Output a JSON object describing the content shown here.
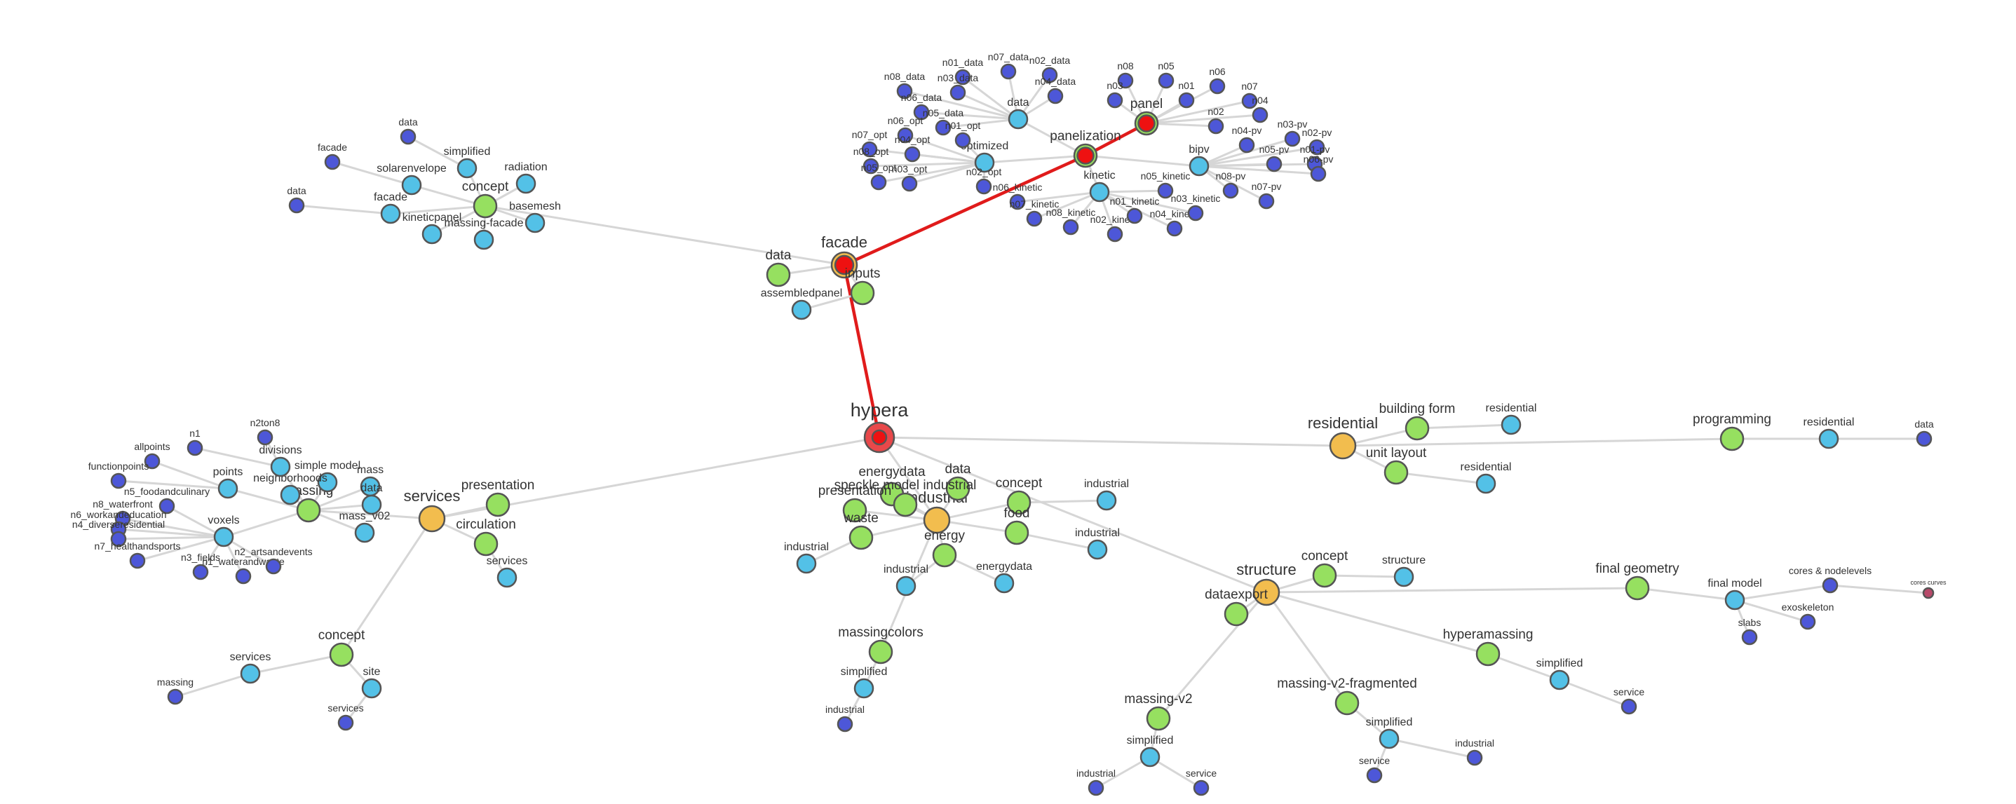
{
  "colors": {
    "lvl0": "#e8484a",
    "lvl1": "#f2bd4e",
    "lvl2": "#96e060",
    "lvl3": "#53c1e7",
    "lvl4": "#4d57d8",
    "highlight": "#e01b1b",
    "selected_fill": "#ee1111",
    "edge": "#d6d6d6",
    "tiny": "#b84a6a"
  },
  "nodes": [
    {
      "id": "hypera",
      "label": "hypera",
      "lvl": 0,
      "hl": true
    },
    {
      "id": "facade",
      "label": "facade",
      "lvl": 1,
      "hl": true
    },
    {
      "id": "f_inputs",
      "label": "inputs",
      "lvl": 2
    },
    {
      "id": "f_data",
      "label": "data",
      "lvl": 2
    },
    {
      "id": "f_assembledpanel",
      "label": "assembledpanel",
      "lvl": 3
    },
    {
      "id": "f_concept",
      "label": "concept",
      "lvl": 2
    },
    {
      "id": "fc_solarenvelope",
      "label": "solarenvelope",
      "lvl": 3
    },
    {
      "id": "fc_simplified",
      "label": "simplified",
      "lvl": 3
    },
    {
      "id": "fc_radiation",
      "label": "radiation",
      "lvl": 3
    },
    {
      "id": "fc_basemesh",
      "label": "basemesh",
      "lvl": 3
    },
    {
      "id": "fc_massingfacade",
      "label": "massing-facade",
      "lvl": 3
    },
    {
      "id": "fc_kineticpanel",
      "label": "kineticpanel",
      "lvl": 3
    },
    {
      "id": "fc_facade",
      "label": "facade",
      "lvl": 3
    },
    {
      "id": "fc_data1",
      "label": "data",
      "lvl": 4
    },
    {
      "id": "fc_facade2",
      "label": "facade",
      "lvl": 4
    },
    {
      "id": "fc_data2",
      "label": "data",
      "lvl": 4
    },
    {
      "id": "panelization",
      "label": "panelization",
      "lvl": 2,
      "hl": true
    },
    {
      "id": "panel",
      "label": "panel",
      "lvl": 2,
      "hl": true
    },
    {
      "id": "pz_data",
      "label": "data",
      "lvl": 3
    },
    {
      "id": "pz_optimized",
      "label": "optimized",
      "lvl": 3
    },
    {
      "id": "pz_kinetic",
      "label": "kinetic",
      "lvl": 3
    },
    {
      "id": "pz_bipv",
      "label": "bipv",
      "lvl": 3
    },
    {
      "id": "n01_data",
      "label": "n01_data",
      "lvl": 4
    },
    {
      "id": "n07_data",
      "label": "n07_data",
      "lvl": 4
    },
    {
      "id": "n02_data",
      "label": "n02_data",
      "lvl": 4
    },
    {
      "id": "n08_data",
      "label": "n08_data",
      "lvl": 4
    },
    {
      "id": "n03_data",
      "label": "n03_data",
      "lvl": 4
    },
    {
      "id": "n04_data",
      "label": "n04_data",
      "lvl": 4
    },
    {
      "id": "n06_data",
      "label": "n06_data",
      "lvl": 4
    },
    {
      "id": "n05_data",
      "label": "n05_data",
      "lvl": 4
    },
    {
      "id": "n06_opt",
      "label": "n06_opt",
      "lvl": 4
    },
    {
      "id": "n01_opt",
      "label": "n01_opt",
      "lvl": 4
    },
    {
      "id": "n07_opt",
      "label": "n07_opt",
      "lvl": 4
    },
    {
      "id": "n04_opt",
      "label": "n04_opt",
      "lvl": 4
    },
    {
      "id": "n08_opt",
      "label": "n08_opt",
      "lvl": 4
    },
    {
      "id": "n05_opt",
      "label": "n05_opt",
      "lvl": 4
    },
    {
      "id": "n03_opt",
      "label": "n03_opt",
      "lvl": 4
    },
    {
      "id": "n02_opt",
      "label": "n02_opt",
      "lvl": 4
    },
    {
      "id": "n06_kinetic",
      "label": "n06_kinetic",
      "lvl": 4
    },
    {
      "id": "n07_kinetic",
      "label": "n07_kinetic",
      "lvl": 4
    },
    {
      "id": "n08_kinetic",
      "label": "n08_kinetic",
      "lvl": 4
    },
    {
      "id": "n02_kinetic",
      "label": "n02_kinetic",
      "lvl": 4
    },
    {
      "id": "n01_kinetic",
      "label": "n01_kinetic",
      "lvl": 4
    },
    {
      "id": "n04_kinetic",
      "label": "n04_kinetic",
      "lvl": 4
    },
    {
      "id": "n03_kinetic",
      "label": "n03_kinetic",
      "lvl": 4
    },
    {
      "id": "n05_kinetic",
      "label": "n05_kinetic",
      "lvl": 4
    },
    {
      "id": "p_n08",
      "label": "n08",
      "lvl": 4
    },
    {
      "id": "p_n05",
      "label": "n05",
      "lvl": 4
    },
    {
      "id": "p_n06",
      "label": "n06",
      "lvl": 4
    },
    {
      "id": "p_n03",
      "label": "n03",
      "lvl": 4
    },
    {
      "id": "p_n01",
      "label": "n01",
      "lvl": 4
    },
    {
      "id": "p_n07",
      "label": "n07",
      "lvl": 4
    },
    {
      "id": "p_n04",
      "label": "n04",
      "lvl": 4
    },
    {
      "id": "p_n02",
      "label": "n02",
      "lvl": 4
    },
    {
      "id": "n04_pv",
      "label": "n04-pv",
      "lvl": 4
    },
    {
      "id": "n03_pv",
      "label": "n03-pv",
      "lvl": 4
    },
    {
      "id": "n02_pv",
      "label": "n02-pv",
      "lvl": 4
    },
    {
      "id": "n05_pv",
      "label": "n05-pv",
      "lvl": 4
    },
    {
      "id": "n01_pv",
      "label": "n01-pv",
      "lvl": 4
    },
    {
      "id": "n08_pv",
      "label": "n08-pv",
      "lvl": 4
    },
    {
      "id": "n06_pv",
      "label": "n06-pv",
      "lvl": 4
    },
    {
      "id": "n07_pv",
      "label": "n07-pv",
      "lvl": 4
    },
    {
      "id": "services",
      "label": "services",
      "lvl": 1
    },
    {
      "id": "s_presentation",
      "label": "presentation",
      "lvl": 2
    },
    {
      "id": "s_circulation",
      "label": "circulation",
      "lvl": 2
    },
    {
      "id": "s_circ_services",
      "label": "services",
      "lvl": 3
    },
    {
      "id": "s_massing",
      "label": "massing",
      "lvl": 2
    },
    {
      "id": "s_mass",
      "label": "mass",
      "lvl": 3
    },
    {
      "id": "s_data",
      "label": "data",
      "lvl": 3
    },
    {
      "id": "s_massv02",
      "label": "mass_v02",
      "lvl": 3
    },
    {
      "id": "s_simplemodel",
      "label": "simple model",
      "lvl": 3
    },
    {
      "id": "s_neighborhoods",
      "label": "neighborhoods",
      "lvl": 3
    },
    {
      "id": "s_points",
      "label": "points",
      "lvl": 3
    },
    {
      "id": "s_voxels",
      "label": "voxels",
      "lvl": 3
    },
    {
      "id": "s_divisions",
      "label": "divisions",
      "lvl": 3
    },
    {
      "id": "s_n2ton8",
      "label": "n2ton8",
      "lvl": 4
    },
    {
      "id": "s_n1",
      "label": "n1",
      "lvl": 4
    },
    {
      "id": "s_allpoints",
      "label": "allpoints",
      "lvl": 4
    },
    {
      "id": "s_functionpoints",
      "label": "functionpoints",
      "lvl": 4
    },
    {
      "id": "s_n5",
      "label": "n5_foodandculinary",
      "lvl": 4
    },
    {
      "id": "s_n8",
      "label": "n8_waterfront",
      "lvl": 4
    },
    {
      "id": "s_n6",
      "label": "n6_workandeducation",
      "lvl": 4
    },
    {
      "id": "s_n4",
      "label": "n4_diverseresidential",
      "lvl": 4
    },
    {
      "id": "s_n7",
      "label": "n7_healthandsports",
      "lvl": 4
    },
    {
      "id": "s_n3",
      "label": "n3_fields",
      "lvl": 4
    },
    {
      "id": "s_n1w",
      "label": "n1_waterandwaste",
      "lvl": 4
    },
    {
      "id": "s_n2",
      "label": "n2_artsandevents",
      "lvl": 4
    },
    {
      "id": "s_concept",
      "label": "concept",
      "lvl": 2
    },
    {
      "id": "s_c_services",
      "label": "services",
      "lvl": 3
    },
    {
      "id": "s_c_site",
      "label": "site",
      "lvl": 3
    },
    {
      "id": "s_c_massing",
      "label": "massing",
      "lvl": 4
    },
    {
      "id": "s_c_services2",
      "label": "services",
      "lvl": 4
    },
    {
      "id": "industrial",
      "label": "industrial",
      "lvl": 1
    },
    {
      "id": "i_energydata",
      "label": "energydata",
      "lvl": 2
    },
    {
      "id": "i_data",
      "label": "data",
      "lvl": 2
    },
    {
      "id": "i_concept",
      "label": "concept",
      "lvl": 2
    },
    {
      "id": "i_c_industrial",
      "label": "industrial",
      "lvl": 3
    },
    {
      "id": "i_food",
      "label": "food",
      "lvl": 2
    },
    {
      "id": "i_f_industrial",
      "label": "industrial",
      "lvl": 3
    },
    {
      "id": "i_energy",
      "label": "energy",
      "lvl": 2
    },
    {
      "id": "i_e_industrial",
      "label": "industrial",
      "lvl": 3
    },
    {
      "id": "i_e_energydata",
      "label": "energydata",
      "lvl": 3
    },
    {
      "id": "i_presentation",
      "label": "presentation",
      "lvl": 2
    },
    {
      "id": "i_speckle",
      "label": "speckle model industrial",
      "lvl": 2
    },
    {
      "id": "i_waste",
      "label": "waste",
      "lvl": 2
    },
    {
      "id": "i_w_industrial",
      "label": "industrial",
      "lvl": 3
    },
    {
      "id": "i_massingcolors",
      "label": "massingcolors",
      "lvl": 2
    },
    {
      "id": "i_m_simplified",
      "label": "simplified",
      "lvl": 3
    },
    {
      "id": "i_m_industrial",
      "label": "industrial",
      "lvl": 4
    },
    {
      "id": "residential",
      "label": "residential",
      "lvl": 1
    },
    {
      "id": "r_buildingform",
      "label": "building form",
      "lvl": 2
    },
    {
      "id": "r_bf_residential",
      "label": "residential",
      "lvl": 3
    },
    {
      "id": "r_unitlayout",
      "label": "unit layout",
      "lvl": 2
    },
    {
      "id": "r_ul_residential",
      "label": "residential",
      "lvl": 3
    },
    {
      "id": "r_programming",
      "label": "programming",
      "lvl": 2
    },
    {
      "id": "r_p_residential",
      "label": "residential",
      "lvl": 3
    },
    {
      "id": "r_p_data",
      "label": "data",
      "lvl": 4
    },
    {
      "id": "structure",
      "label": "structure",
      "lvl": 1
    },
    {
      "id": "st_concept",
      "label": "concept",
      "lvl": 2
    },
    {
      "id": "st_c_structure",
      "label": "structure",
      "lvl": 3
    },
    {
      "id": "st_dataexport",
      "label": "dataexport",
      "lvl": 2
    },
    {
      "id": "st_finalgeometry",
      "label": "final geometry",
      "lvl": 2
    },
    {
      "id": "st_finalmodel",
      "label": "final model",
      "lvl": 3
    },
    {
      "id": "st_cores",
      "label": "cores & nodelevels",
      "lvl": 4
    },
    {
      "id": "st_corescurves",
      "label": "cores curves",
      "lvl": 5
    },
    {
      "id": "st_exoskeleton",
      "label": "exoskeleton",
      "lvl": 4
    },
    {
      "id": "st_slabs",
      "label": "slabs",
      "lvl": 4
    },
    {
      "id": "st_hyperamassing",
      "label": "hyperamassing",
      "lvl": 2
    },
    {
      "id": "st_h_simplified",
      "label": "simplified",
      "lvl": 3
    },
    {
      "id": "st_h_service",
      "label": "service",
      "lvl": 4
    },
    {
      "id": "st_mv2f",
      "label": "massing-v2-fragmented",
      "lvl": 2
    },
    {
      "id": "st_mv2f_simplified",
      "label": "simplified",
      "lvl": 3
    },
    {
      "id": "st_mv2f_service",
      "label": "service",
      "lvl": 4
    },
    {
      "id": "st_mv2f_industrial",
      "label": "industrial",
      "lvl": 4
    },
    {
      "id": "st_mv2",
      "label": "massing-v2",
      "lvl": 2
    },
    {
      "id": "st_mv2_simplified",
      "label": "simplified",
      "lvl": 3
    },
    {
      "id": "st_mv2_industrial",
      "label": "industrial",
      "lvl": 4
    },
    {
      "id": "st_mv2_service",
      "label": "service",
      "lvl": 4
    }
  ],
  "edges": [
    [
      "hypera",
      "facade",
      true
    ],
    [
      "facade",
      "panelization",
      true
    ],
    [
      "panelization",
      "panel",
      true
    ],
    [
      "hypera",
      "services"
    ],
    [
      "hypera",
      "industrial"
    ],
    [
      "hypera",
      "residential"
    ],
    [
      "hypera",
      "structure"
    ],
    [
      "facade",
      "f_inputs"
    ],
    [
      "facade",
      "f_data"
    ],
    [
      "facade",
      "f_concept"
    ],
    [
      "f_inputs",
      "f_assembledpanel"
    ],
    [
      "f_concept",
      "fc_solarenvelope"
    ],
    [
      "f_concept",
      "fc_simplified"
    ],
    [
      "f_concept",
      "fc_radiation"
    ],
    [
      "f_concept",
      "fc_basemesh"
    ],
    [
      "f_concept",
      "fc_massingfacade"
    ],
    [
      "f_concept",
      "fc_kineticpanel"
    ],
    [
      "f_concept",
      "fc_facade"
    ],
    [
      "fc_simplified",
      "fc_data1"
    ],
    [
      "fc_solarenvelope",
      "fc_facade2"
    ],
    [
      "fc_facade",
      "fc_data2"
    ],
    [
      "panelization",
      "pz_data"
    ],
    [
      "panelization",
      "pz_optimized"
    ],
    [
      "panelization",
      "pz_kinetic"
    ],
    [
      "panelization",
      "pz_bipv"
    ],
    [
      "pz_data",
      "n01_data"
    ],
    [
      "pz_data",
      "n07_data"
    ],
    [
      "pz_data",
      "n02_data"
    ],
    [
      "pz_data",
      "n08_data"
    ],
    [
      "pz_data",
      "n03_data"
    ],
    [
      "pz_data",
      "n04_data"
    ],
    [
      "pz_data",
      "n06_data"
    ],
    [
      "pz_data",
      "n05_data"
    ],
    [
      "pz_optimized",
      "n06_opt"
    ],
    [
      "pz_optimized",
      "n01_opt"
    ],
    [
      "pz_optimized",
      "n07_opt"
    ],
    [
      "pz_optimized",
      "n04_opt"
    ],
    [
      "pz_optimized",
      "n08_opt"
    ],
    [
      "pz_optimized",
      "n05_opt"
    ],
    [
      "pz_optimized",
      "n03_opt"
    ],
    [
      "pz_optimized",
      "n02_opt"
    ],
    [
      "pz_kinetic",
      "n06_kinetic"
    ],
    [
      "pz_kinetic",
      "n07_kinetic"
    ],
    [
      "pz_kinetic",
      "n08_kinetic"
    ],
    [
      "pz_kinetic",
      "n02_kinetic"
    ],
    [
      "pz_kinetic",
      "n01_kinetic"
    ],
    [
      "pz_kinetic",
      "n04_kinetic"
    ],
    [
      "pz_kinetic",
      "n03_kinetic"
    ],
    [
      "pz_kinetic",
      "n05_kinetic"
    ],
    [
      "panel",
      "p_n08"
    ],
    [
      "panel",
      "p_n05"
    ],
    [
      "panel",
      "p_n06"
    ],
    [
      "panel",
      "p_n03"
    ],
    [
      "panel",
      "p_n01"
    ],
    [
      "panel",
      "p_n07"
    ],
    [
      "panel",
      "p_n04"
    ],
    [
      "panel",
      "p_n02"
    ],
    [
      "pz_bipv",
      "n04_pv"
    ],
    [
      "pz_bipv",
      "n03_pv"
    ],
    [
      "pz_bipv",
      "n02_pv"
    ],
    [
      "pz_bipv",
      "n05_pv"
    ],
    [
      "pz_bipv",
      "n01_pv"
    ],
    [
      "pz_bipv",
      "n08_pv"
    ],
    [
      "pz_bipv",
      "n06_pv"
    ],
    [
      "pz_bipv",
      "n07_pv"
    ],
    [
      "services",
      "s_presentation"
    ],
    [
      "services",
      "s_circulation"
    ],
    [
      "services",
      "s_massing"
    ],
    [
      "services",
      "s_concept"
    ],
    [
      "s_circulation",
      "s_circ_services"
    ],
    [
      "s_massing",
      "s_mass"
    ],
    [
      "s_massing",
      "s_data"
    ],
    [
      "s_massing",
      "s_massv02"
    ],
    [
      "s_massing",
      "s_simplemodel"
    ],
    [
      "s_massing",
      "s_neighborhoods"
    ],
    [
      "s_massing",
      "s_points"
    ],
    [
      "s_massing",
      "s_voxels"
    ],
    [
      "s_massing",
      "s_divisions"
    ],
    [
      "s_divisions",
      "s_n2ton8"
    ],
    [
      "s_divisions",
      "s_n1"
    ],
    [
      "s_points",
      "s_allpoints"
    ],
    [
      "s_points",
      "s_functionpoints"
    ],
    [
      "s_voxels",
      "s_n5"
    ],
    [
      "s_voxels",
      "s_n8"
    ],
    [
      "s_voxels",
      "s_n6"
    ],
    [
      "s_voxels",
      "s_n4"
    ],
    [
      "s_voxels",
      "s_n7"
    ],
    [
      "s_voxels",
      "s_n3"
    ],
    [
      "s_voxels",
      "s_n1w"
    ],
    [
      "s_voxels",
      "s_n2"
    ],
    [
      "s_concept",
      "s_c_services"
    ],
    [
      "s_concept",
      "s_c_site"
    ],
    [
      "s_c_services",
      "s_c_massing"
    ],
    [
      "s_c_site",
      "s_c_services2"
    ],
    [
      "industrial",
      "i_energydata"
    ],
    [
      "industrial",
      "i_data"
    ],
    [
      "industrial",
      "i_concept"
    ],
    [
      "industrial",
      "i_food"
    ],
    [
      "industrial",
      "i_energy"
    ],
    [
      "industrial",
      "i_presentation"
    ],
    [
      "industrial",
      "i_speckle"
    ],
    [
      "industrial",
      "i_waste"
    ],
    [
      "industrial",
      "i_massingcolors"
    ],
    [
      "i_concept",
      "i_c_industrial"
    ],
    [
      "i_food",
      "i_f_industrial"
    ],
    [
      "i_energy",
      "i_e_industrial"
    ],
    [
      "i_energy",
      "i_e_energydata"
    ],
    [
      "i_waste",
      "i_w_industrial"
    ],
    [
      "i_massingcolors",
      "i_m_simplified"
    ],
    [
      "i_m_simplified",
      "i_m_industrial"
    ],
    [
      "residential",
      "r_buildingform"
    ],
    [
      "residential",
      "r_unitlayout"
    ],
    [
      "residential",
      "r_programming"
    ],
    [
      "r_buildingform",
      "r_bf_residential"
    ],
    [
      "r_unitlayout",
      "r_ul_residential"
    ],
    [
      "r_programming",
      "r_p_residential"
    ],
    [
      "r_p_residential",
      "r_p_data"
    ],
    [
      "structure",
      "st_concept"
    ],
    [
      "structure",
      "st_dataexport"
    ],
    [
      "structure",
      "st_finalgeometry"
    ],
    [
      "structure",
      "st_hyperamassing"
    ],
    [
      "structure",
      "st_mv2f"
    ],
    [
      "structure",
      "st_mv2"
    ],
    [
      "st_concept",
      "st_c_structure"
    ],
    [
      "st_finalgeometry",
      "st_finalmodel"
    ],
    [
      "st_finalmodel",
      "st_cores"
    ],
    [
      "st_cores",
      "st_corescurves"
    ],
    [
      "st_finalmodel",
      "st_exoskeleton"
    ],
    [
      "st_finalmodel",
      "st_slabs"
    ],
    [
      "st_hyperamassing",
      "st_h_simplified"
    ],
    [
      "st_h_simplified",
      "st_h_service"
    ],
    [
      "st_mv2f",
      "st_mv2f_simplified"
    ],
    [
      "st_mv2f_simplified",
      "st_mv2f_service"
    ],
    [
      "st_mv2f_simplified",
      "st_mv2f_industrial"
    ],
    [
      "st_mv2",
      "st_mv2_simplified"
    ],
    [
      "st_mv2_simplified",
      "st_mv2_industrial"
    ],
    [
      "st_mv2_simplified",
      "st_mv2_service"
    ]
  ]
}
